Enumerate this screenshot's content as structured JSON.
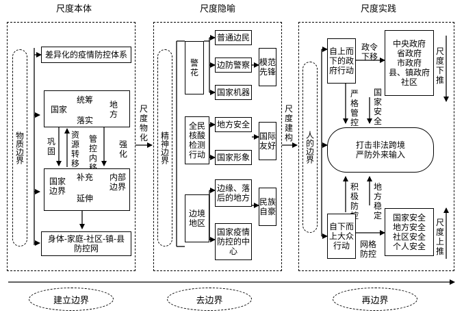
{
  "sections": {
    "col1_title": "尺度本体",
    "col2_title": "尺度隐喻",
    "col3_title": "尺度实践"
  },
  "col1": {
    "side_label": "物质边界",
    "top_box": "差异化的疫情防控体系",
    "nation": "国家",
    "local": "地方",
    "coord": "统筹",
    "implement": "落实",
    "consolidate": "巩固",
    "resource_transfer": "资源\n转移",
    "control_move": "管控\n内移",
    "strengthen": "强化",
    "national_border": "国家\n边界",
    "inner_border": "内部\n边界",
    "supplement": "补充",
    "extend": "延伸",
    "bottom_box": "身体-家庭-社区-镇-县\n防控网"
  },
  "arrow1": "尺度物化",
  "col2": {
    "side_label": "精神边界",
    "police": "警花",
    "ordinary_police": "普通边民",
    "border_police": "边防警察",
    "state_organ": "国家机器",
    "model": "模范先锋",
    "nat_test": "全民核酸检测行动",
    "local_safety": "地方安全",
    "national_image": "国家形象",
    "intl_friend": "国际友好",
    "border_area": "边境地区",
    "remote_area": "边缘、落后的地方",
    "center_control": "国家疫情防控的中心",
    "ethnic_pride": "民族自豪"
  },
  "arrow2": "尺度建构",
  "col3": {
    "side_label": "人的边界",
    "top_down": "自上而下的政府行动",
    "policy_move": "政令\n下移",
    "gov_box": "中央政府\n省政府\n市政府\n县、镇政府\n社区",
    "scale_down": "尺度下推",
    "strict_control": "严格管控",
    "national_safety": "国家安全",
    "center_box": "打击非法跨境\n严防外来输入",
    "active_control": "积极防控",
    "local_stable": "地方稳定",
    "bottom_up": "自下而上大众行动",
    "grid_control": "网格防控",
    "safety_box": "国家安全\n地方安全\n社区安全\n个人安全",
    "scale_up": "尺度上推"
  },
  "bottom": {
    "build": "建立边界",
    "debound": "去边界",
    "rebound": "再边界"
  }
}
